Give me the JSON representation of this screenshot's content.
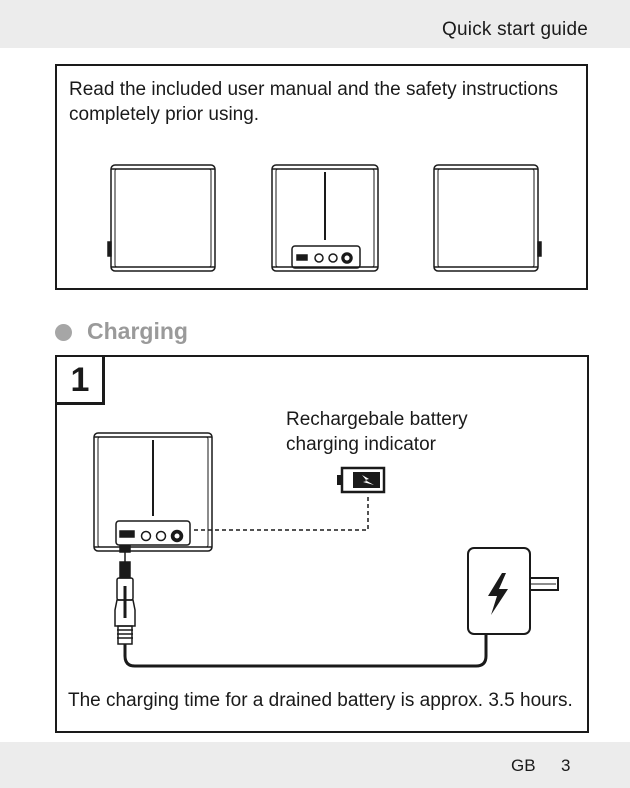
{
  "header": {
    "title": "Quick start guide"
  },
  "intro": {
    "line1": "Read the included user manual and the safety instructions",
    "line2": "completely prior using."
  },
  "section": {
    "title": "Charging"
  },
  "step": {
    "number": "1",
    "indicator_line1": "Rechargebale battery",
    "indicator_line2": "charging indicator",
    "note": "The charging time for a drained battery is approx. 3.5 hours."
  },
  "footer": {
    "lang": "GB",
    "page": "3"
  }
}
